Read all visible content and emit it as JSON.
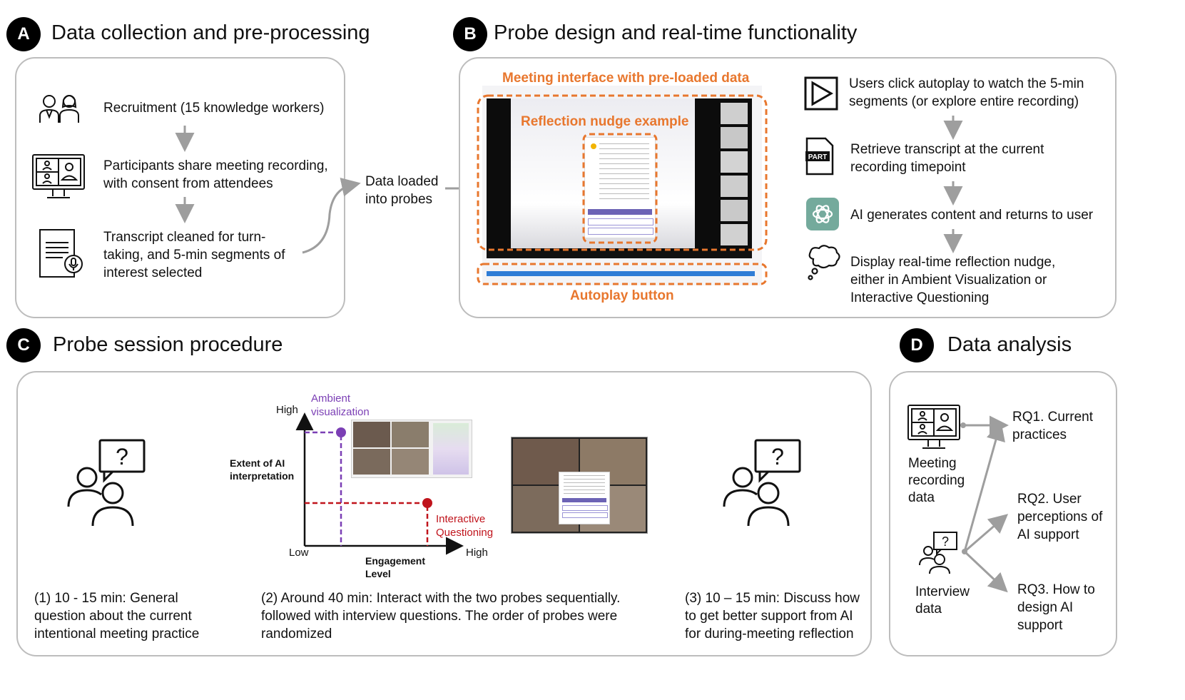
{
  "sections": {
    "A": {
      "badge": "A",
      "title": "Data collection and pre-processing",
      "steps": [
        "Recruitment (15 knowledge workers)",
        "Participants share meeting recording, with consent from attendees",
        "Transcript cleaned for turn-taking, and 5-min segments of interest selected"
      ],
      "data_loaded": "Data loaded into probes"
    },
    "B": {
      "badge": "B",
      "title": "Probe design and real-time functionality",
      "interface_label": "Meeting interface with pre-loaded data",
      "nudge_label": "Reflection nudge example",
      "autoplay_label": "Autoplay button",
      "steps": [
        "Users click autoplay to watch the 5-min segments (or explore entire recording)",
        "Retrieve transcript at the current recording timepoint",
        "AI generates content and returns to user",
        "Display real-time reflection nudge, either in Ambient Visualization or Interactive Questioning"
      ],
      "part_icon_text": "PART"
    },
    "C": {
      "badge": "C",
      "title": "Probe session procedure",
      "chart": {
        "y_high": "High",
        "x_low": "Low",
        "x_high": "High",
        "y_axis_label": "Extent of AI interpretation",
        "x_axis_label": "Engagement Level",
        "ambient": "Ambient visualization",
        "interactive": "Interactive Questioning"
      },
      "steps": [
        "(1) 10 - 15 min: General question about the current intentional meeting practice",
        "(2) Around 40 min: Interact with the two probes sequentially. followed with interview questions. The order of probes were randomized",
        "(3) 10 – 15 min: Discuss how to get better support from AI for during-meeting reflection"
      ]
    },
    "D": {
      "badge": "D",
      "title": "Data analysis",
      "sources": [
        "Meeting recording data",
        "Interview data"
      ],
      "rqs": [
        "RQ1. Current practices",
        "RQ2. User perceptions of AI support",
        "RQ3. How to design AI support"
      ]
    }
  },
  "colors": {
    "orange": "#e8772e",
    "purple": "#7b3fb5",
    "red": "#c0141c",
    "gray_arrow": "#9e9e9e",
    "panel_border": "#bdbdbd"
  }
}
